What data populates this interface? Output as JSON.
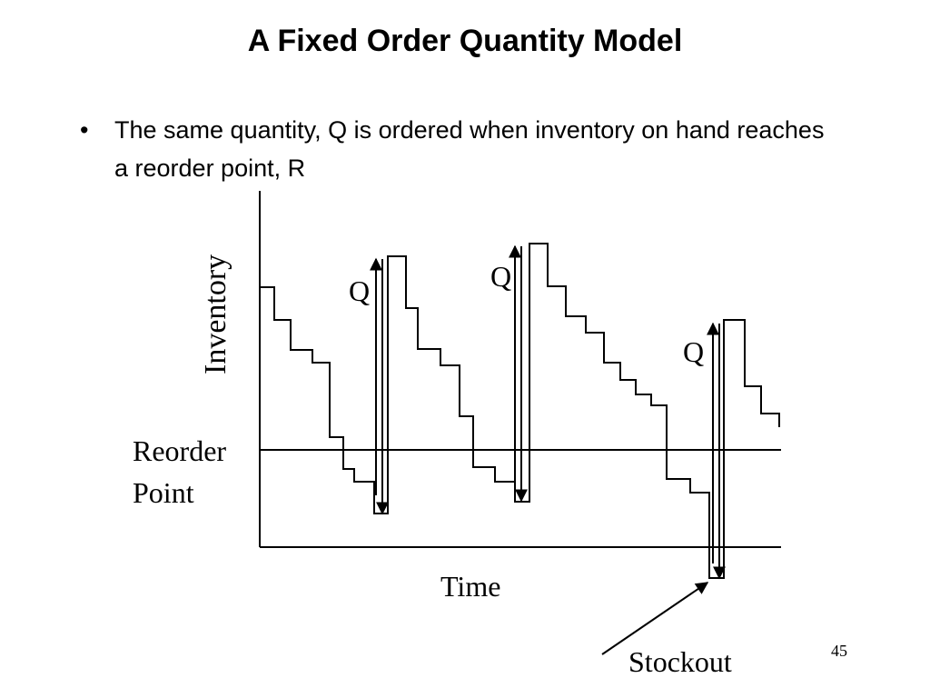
{
  "slide": {
    "title": "A Fixed Order Quantity Model",
    "bullet": "The same quantity, Q is ordered when inventory on hand reaches a reorder point, R",
    "page_number": "45"
  },
  "diagram": {
    "y_axis_label": "Inventory",
    "x_axis_label": "Time",
    "reorder_label_line1": "Reorder",
    "reorder_label_line2": "Point",
    "order_quantity_labels": [
      "Q",
      "Q",
      "Q"
    ],
    "stockout_label": "Stockout"
  }
}
